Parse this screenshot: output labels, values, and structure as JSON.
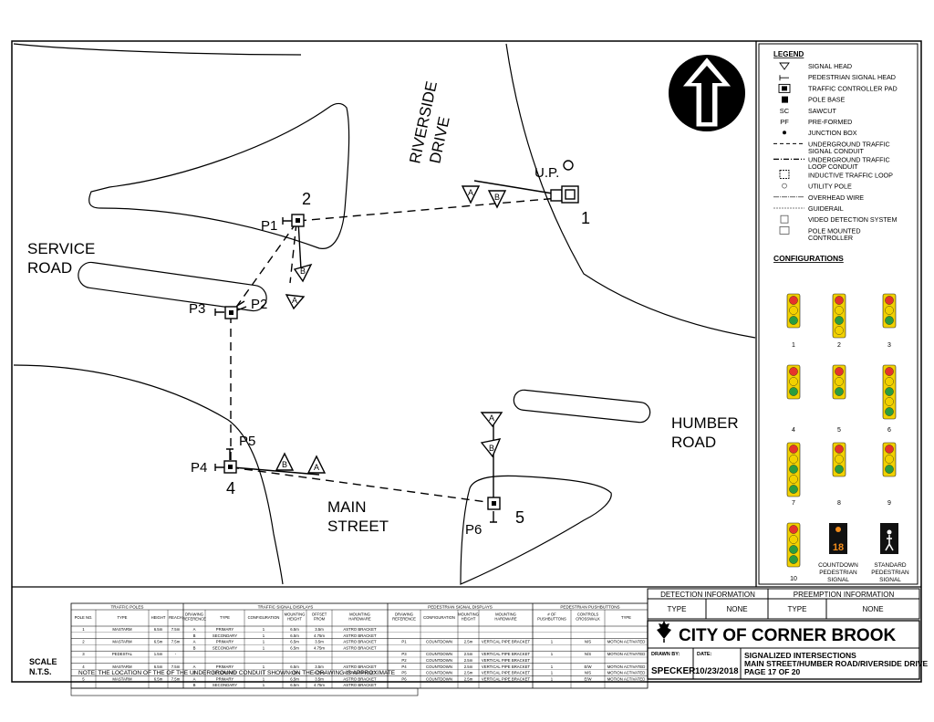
{
  "drawing": {
    "street_labels": {
      "riverside_1": "RIVERSIDE",
      "riverside_2": "DRIVE",
      "service_1": "SERVICE",
      "service_2": "ROAD",
      "humber_1": "HUMBER",
      "humber_2": "ROAD",
      "main_1": "MAIN",
      "main_2": "STREET"
    },
    "pole_labels": {
      "p1": "P1",
      "p2": "P2",
      "p3": "P3",
      "p4": "P4",
      "p5": "P5",
      "p6": "P6",
      "n1": "1",
      "n2": "2",
      "n4": "4",
      "n5": "5",
      "up": "U.P."
    },
    "head_letters": {
      "a": "A",
      "b": "B"
    }
  },
  "legend": {
    "title": "LEGEND",
    "items": [
      {
        "symbol": "signal-head",
        "label": "SIGNAL HEAD"
      },
      {
        "symbol": "ped-head",
        "label": "PEDESTRIAN SIGNAL HEAD"
      },
      {
        "symbol": "controller-pad",
        "label": "TRAFFIC CONTROLLER PAD"
      },
      {
        "symbol": "pole-base",
        "label": "POLE BASE"
      },
      {
        "symbol": "SC",
        "label": "SAWCUT"
      },
      {
        "symbol": "PF",
        "label": "PRE-FORMED"
      },
      {
        "symbol": "junction-box",
        "label": "JUNCTION BOX"
      },
      {
        "symbol": "dash-line",
        "label": "UNDERGROUND TRAFFIC",
        "label2": "SIGNAL CONDUIT"
      },
      {
        "symbol": "dashdot-line",
        "label": "UNDERGROUND TRAFFIC",
        "label2": "LOOP CONDUIT"
      },
      {
        "symbol": "loop",
        "label": "INDUCTIVE TRAFFIC LOOP"
      },
      {
        "symbol": "utility-pole",
        "label": "UTILITY POLE"
      },
      {
        "symbol": "overhead-wire",
        "label": "OVERHEAD WIRE"
      },
      {
        "symbol": "guiderail",
        "label": "GUIDERAIL"
      },
      {
        "symbol": "video",
        "label": "VIDEO DETECTION SYSTEM"
      },
      {
        "symbol": "pole-controller",
        "label": "POLE MOUNTED",
        "label2": "CONTROLLER"
      }
    ]
  },
  "configurations": {
    "title": "CONFIGURATIONS",
    "items": [
      {
        "num": "1",
        "lights": [
          "#e6332a",
          "#f2d100",
          "#2a9d3e"
        ]
      },
      {
        "num": "2",
        "lights": [
          "#e6332a",
          "#f2d100",
          "#2a9d3e",
          "#f2d100"
        ]
      },
      {
        "num": "3",
        "lights": [
          "#e6332a",
          "#f2d100",
          "#2a9d3e"
        ]
      },
      {
        "num": "4",
        "lights": [
          "#e6332a",
          "#f2d100",
          "#2a9d3e"
        ]
      },
      {
        "num": "5",
        "lights": [
          "#e6332a",
          "#f2d100",
          "#2a9d3e"
        ]
      },
      {
        "num": "6",
        "lights": [
          "#e6332a",
          "#f2d100",
          "#2a9d3e",
          "#f2d100",
          "#2a9d3e"
        ]
      },
      {
        "num": "7",
        "lights": [
          "#e6332a",
          "#f2d100",
          "#2a9d3e",
          "#f2d100",
          "#2a9d3e"
        ]
      },
      {
        "num": "8",
        "lights": [
          "#e6332a",
          "#f2d100",
          "#2a9d3e"
        ]
      },
      {
        "num": "9",
        "lights": [
          "#e6332a",
          "#f2d100",
          "#2a9d3e"
        ]
      },
      {
        "num": "10",
        "lights": [
          "#e6332a",
          "#f2d100",
          "#2a9d3e",
          "#2a9d3e"
        ]
      }
    ],
    "countdown_label": [
      "COUNTDOWN",
      "PEDESTRIAN",
      "SIGNAL"
    ],
    "countdown_value": "18",
    "standard_label": [
      "STANDARD",
      "PEDESTRIAN",
      "SIGNAL"
    ]
  },
  "detection": {
    "title": "DETECTION INFORMATION",
    "type_label": "TYPE",
    "type_value": "NONE"
  },
  "preemption": {
    "title": "PREEMPTION INFORMATION",
    "type_label": "TYPE",
    "type_value": "NONE"
  },
  "title_block": {
    "city": "CITY OF CORNER BROOK",
    "drawn_by_label": "DRAWN BY:",
    "drawn_by": "SPECKER",
    "date_label": "DATE:",
    "date": "10/23/2018",
    "title_1": "SIGNALIZED INTERSECTIONS",
    "title_2": "MAIN STREET/HUMBER ROAD/RIVERSIDE DRIVE",
    "page": "PAGE 17 OF 20"
  },
  "scale": {
    "label": "SCALE",
    "value": "N.T.S."
  },
  "note": "NOTE: THE LOCATION OF THE OF THE UNDERGROUND CONDUIT SHOWN ON THE DRAWING IS APPROXIMATE",
  "pole_table": {
    "group_traffic_poles": "TRAFFIC POLES",
    "group_signal_displays": "TRAFFIC SIGNAL DISPLAYS",
    "group_ped_displays": "PEDESTRIAN SIGNAL DISPLAYS",
    "group_pushbuttons": "PEDESTRIAN PUSHBUTTONS",
    "headers": [
      "POLE NO.",
      "TYPE",
      "HEIGHT",
      "REACH",
      "DRAWING REFERENCE",
      "TYPE",
      "CONFIGURATION",
      "MOUNTING HEIGHT",
      "OFFSET FROM",
      "MOUNTING HARDWARE",
      "DRAWING REFERENCE",
      "CONFIGURATION",
      "MOUNTING HEIGHT",
      "MOUNTING HARDWARE",
      "# OF PUSHBUTTONS",
      "CONTROLS CROSSWALK",
      "TYPE"
    ],
    "rows": [
      [
        "1",
        "MASTARM",
        "6.5m",
        "7.5m",
        "A",
        "PRIMARY",
        "1",
        "6.5m",
        "3.5m",
        "ASTRO BRACKET",
        "",
        "",
        "",
        "",
        "",
        "",
        ""
      ],
      [
        "",
        "",
        "",
        "",
        "B",
        "SECONDARY",
        "1",
        "6.5m",
        "4.75m",
        "ASTRO BRACKET",
        "",
        "",
        "",
        "",
        "",
        "",
        ""
      ],
      [
        "2",
        "MASTARM",
        "6.5m",
        "7.5m",
        "A",
        "PRIMARY",
        "1",
        "6.5m",
        "3.5m",
        "ASTRO BRACKET",
        "P1",
        "COUNTDOWN",
        "2.5m",
        "VERTICAL PIPE BRACKET",
        "1",
        "N/S",
        "MOTION ACTIVATED"
      ],
      [
        "",
        "",
        "",
        "",
        "B",
        "SECONDARY",
        "1",
        "6.5m",
        "4.75m",
        "ASTRO BRACKET",
        "",
        "",
        "",
        "",
        "",
        "",
        ""
      ],
      [
        "3",
        "PEDESTAL",
        "1.5m",
        "-",
        "",
        "",
        "",
        "",
        "",
        "",
        "P3",
        "COUNTDOWN",
        "2.5m",
        "VERTICAL PIPE BRACKET",
        "1",
        "N/S",
        "MOTION ACTIVATED"
      ],
      [
        "",
        "",
        "",
        "",
        "",
        "",
        "",
        "",
        "",
        "",
        "P2",
        "COUNTDOWN",
        "2.5m",
        "VERTICAL PIPE BRACKET",
        "",
        "",
        ""
      ],
      [
        "4",
        "MASTARM",
        "6.5m",
        "7.5m",
        "A",
        "PRIMARY",
        "1",
        "6.5m",
        "3.5m",
        "ASTRO BRACKET",
        "P4",
        "COUNTDOWN",
        "2.5m",
        "VERTICAL PIPE BRACKET",
        "1",
        "E/W",
        "MOTION ACTIVATED"
      ],
      [
        "",
        "",
        "",
        "",
        "B",
        "SECONDARY",
        "1",
        "6.5m",
        "4.75m",
        "ASTRO BRACKET",
        "P5",
        "COUNTDOWN",
        "2.5m",
        "VERTICAL PIPE BRACKET",
        "1",
        "N/S",
        "MOTION ACTIVATED"
      ],
      [
        "5",
        "MASTARM",
        "6.5m",
        "7.5m",
        "A",
        "PRIMARY",
        "1",
        "6.5m",
        "3.5m",
        "ASTRO BRACKET",
        "P6",
        "COUNTDOWN",
        "2.5m",
        "VERTICAL PIPE BRACKET",
        "1",
        "E/W",
        "MOTION ACTIVATED"
      ],
      [
        "",
        "",
        "",
        "",
        "B",
        "SECONDARY",
        "1",
        "6.5m",
        "4.75m",
        "ASTRO BRACKET",
        "",
        "",
        "",
        "",
        "",
        "",
        ""
      ]
    ]
  }
}
